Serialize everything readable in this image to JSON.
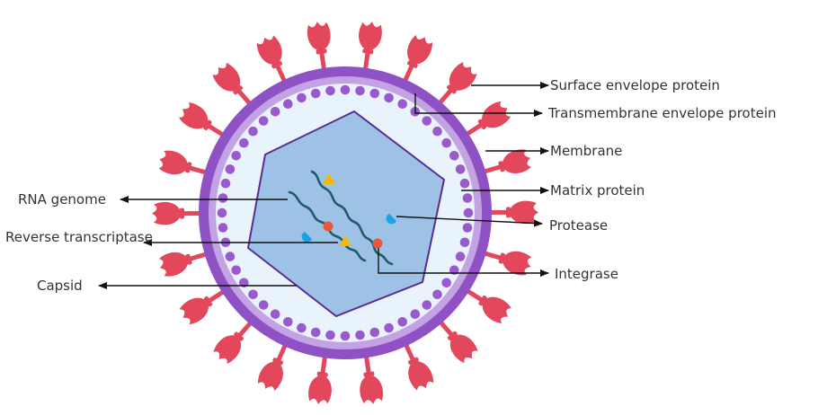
{
  "labels": {
    "surface_envelope_protein": "Surface envelope protein",
    "transmembrane_envelope_protein": "Transmembrane envelope protein",
    "membrane": "Membrane",
    "matrix_protein": "Matrix protein",
    "protease": "Protease",
    "integrase": "Integrase",
    "rna_genome": "RNA genome",
    "reverse_transcriptase": "Reverse transcriptase",
    "capsid": "Capsid"
  },
  "colors": {
    "membrane_outer": "#8f52c4",
    "membrane_inner": "#c3a3e3",
    "interior": "#e9f3fc",
    "matrix_dot": "#9a5acd",
    "capsid_fill": "#9ec2e6",
    "capsid_stroke": "#5a2c92",
    "spike": "#e2475c",
    "rna": "#1f5d68",
    "reverse_transcriptase": "#f5b800",
    "integrase": "#e8583a",
    "protease": "#1aa3e0",
    "arrow": "#111111"
  }
}
